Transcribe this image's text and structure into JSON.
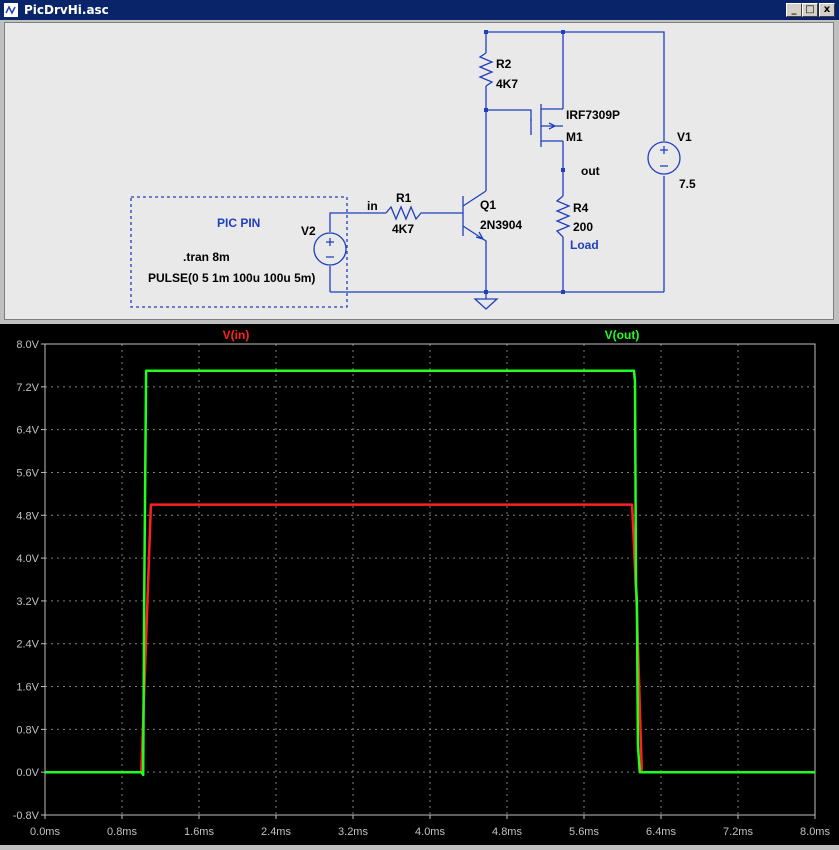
{
  "window": {
    "title": "PicDrvHi.asc",
    "controls": {
      "minimize": "_",
      "maximize": "□",
      "close": "x"
    }
  },
  "schematic": {
    "wire_color": "#1f3fbf",
    "labels": {
      "r2_name": "R2",
      "r2_value": "4K7",
      "m1_model": "IRF7309P",
      "m1_name": "M1",
      "net_out": "out",
      "v1_name": "V1",
      "v1_value": "7.5",
      "pic_pin": "PIC PIN",
      "net_in": "in",
      "r1_name": "R1",
      "r1_value": "4K7",
      "q1_name": "Q1",
      "q1_model": "2N3904",
      "r4_name": "R4",
      "r4_value": "200",
      "load": "Load",
      "v2_name": "V2",
      "tran_directive": ".tran 8m",
      "pulse_spec": "PULSE(0 5 1m 100u 100u 5m)"
    }
  },
  "chart_data": {
    "type": "line",
    "background": "#000000",
    "grid": true,
    "xlim": [
      0,
      8
    ],
    "ylim": [
      -0.8,
      8.0
    ],
    "x_ticks": [
      "0.0ms",
      "0.8ms",
      "1.6ms",
      "2.4ms",
      "3.2ms",
      "4.0ms",
      "4.8ms",
      "5.6ms",
      "6.4ms",
      "7.2ms",
      "8.0ms"
    ],
    "y_ticks": [
      "8.0V",
      "7.2V",
      "6.4V",
      "5.6V",
      "4.8V",
      "4.0V",
      "3.2V",
      "2.4V",
      "1.6V",
      "0.8V",
      "0.0V",
      "-0.8V"
    ],
    "series": [
      {
        "name": "V(in)",
        "color": "#ff2020",
        "x": [
          0,
          1.0,
          1.05,
          1.1,
          6.1,
          6.15,
          6.2,
          8.0
        ],
        "y": [
          0,
          0,
          2.5,
          5.0,
          5.0,
          3.0,
          0,
          0
        ]
      },
      {
        "name": "V(out)",
        "color": "#20ff20",
        "x": [
          0,
          1.0,
          1.02,
          1.03,
          1.05,
          6.12,
          6.13,
          6.14,
          6.15,
          6.16,
          6.18,
          8.0
        ],
        "y": [
          0,
          0,
          -0.05,
          3.0,
          7.5,
          7.5,
          7.3,
          3.5,
          3.2,
          0.5,
          0,
          0
        ]
      }
    ]
  }
}
